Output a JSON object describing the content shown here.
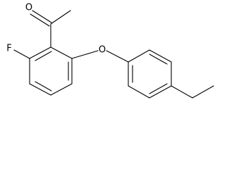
{
  "molecule": {
    "atoms": {
      "carbonyl_oxygen": "O",
      "fluorine": "F",
      "ether_oxygen": "O"
    }
  }
}
